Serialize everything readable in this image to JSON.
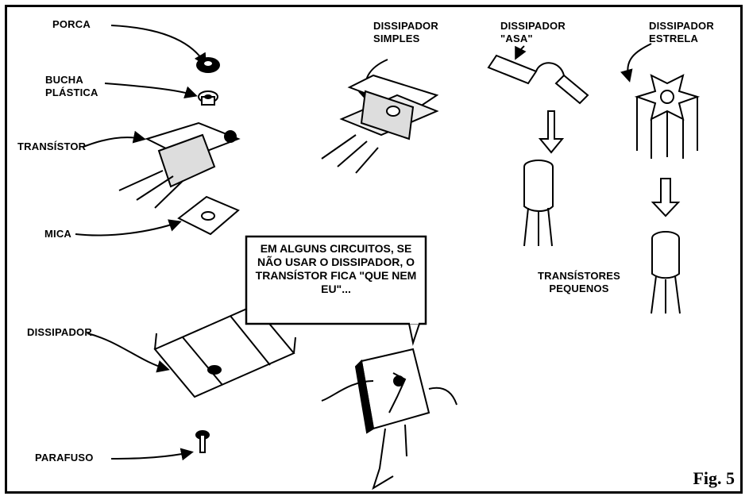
{
  "labels": {
    "porca": "PORCA",
    "bucha": "BUCHA\nPLÁSTICA",
    "transistor": "TRANSÍSTOR",
    "mica": "MICA",
    "dissipador": "DISSIPADOR",
    "parafuso": "PARAFUSO",
    "dissipador_simples": "DISSIPADOR\nSIMPLES",
    "dissipador_asa": "DISSIPADOR\n\"ASA\"",
    "dissipador_estrela": "DISSIPADOR\nESTRELA",
    "transistores_pequenos": "TRANSÍSTORES\nPEQUENOS"
  },
  "speech_bubble": "EM ALGUNS CIRCUITOS, SE NÃO USAR O DISSIPADOR, O TRANSÍSTOR FICA \"QUE NEM EU\"...",
  "figure_label": "Fig. 5"
}
